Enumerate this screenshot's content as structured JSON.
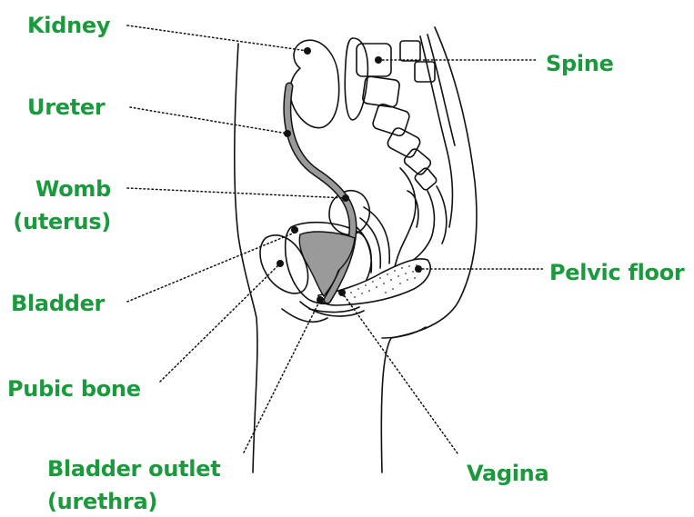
{
  "colors": {
    "label": "#1a9a3c",
    "line": "#111111",
    "organ_fill": "#9a9a9a"
  },
  "labels": {
    "kidney": "Kidney",
    "ureter": "Ureter",
    "womb_line1": "Womb",
    "womb_line2": "(uterus)",
    "bladder": "Bladder",
    "pubic_bone": "Pubic bone",
    "bladder_outlet_line1": "Bladder outlet",
    "bladder_outlet_line2": "(urethra)",
    "spine": "Spine",
    "pelvic_floor": "Pelvic floor",
    "vagina": "Vagina"
  }
}
